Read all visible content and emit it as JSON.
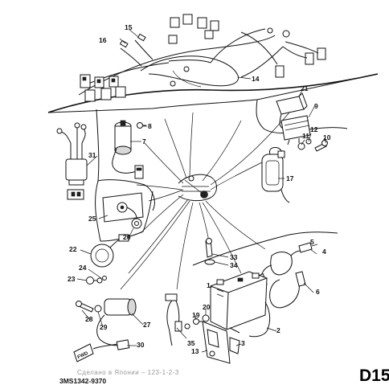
{
  "sheet_label": "D15",
  "catalog_code": "3MS1342-9370",
  "watermark": "Сделано в Японии – 123-1-2-3",
  "connector_marking": "FWD",
  "callouts": [
    "1",
    "2",
    "3",
    "4",
    "5",
    "6",
    "7",
    "8",
    "9",
    "10",
    "11",
    "12",
    "13",
    "14",
    "15",
    "16",
    "17",
    "19",
    "20",
    "21",
    "22",
    "23",
    "24",
    "25",
    "26",
    "27",
    "28",
    "29",
    "30",
    "31",
    "33",
    "34",
    "35"
  ]
}
